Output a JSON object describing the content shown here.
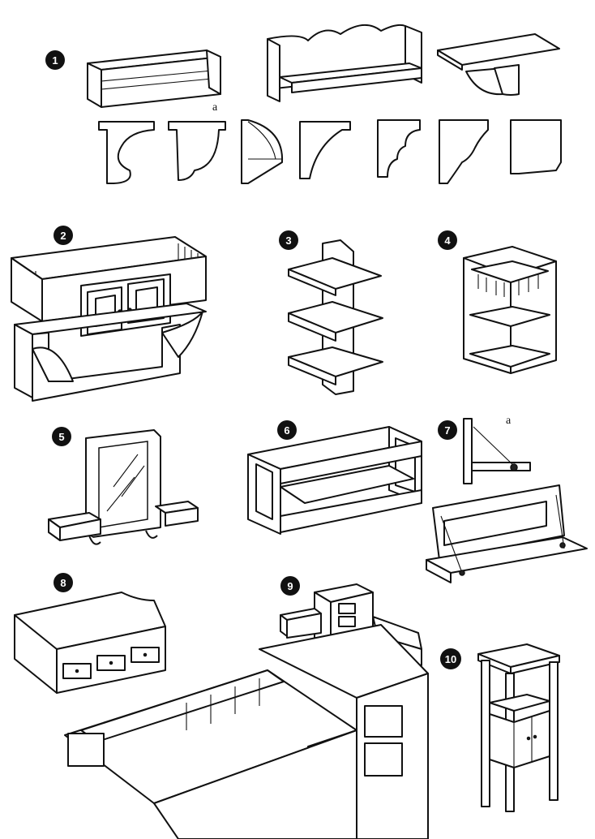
{
  "page": {
    "items": [
      {
        "number": "1",
        "name": "wall-shelves-and-brackets"
      },
      {
        "number": "2",
        "name": "hanging-cabinet"
      },
      {
        "number": "3",
        "name": "staggered-shelves"
      },
      {
        "number": "4",
        "name": "corner-shelf"
      },
      {
        "number": "5",
        "name": "mirror-with-trays"
      },
      {
        "number": "6",
        "name": "open-shelf-box"
      },
      {
        "number": "7",
        "name": "fold-down-shelf"
      },
      {
        "number": "8",
        "name": "drawer-shelf"
      },
      {
        "number": "9",
        "name": "desk-organizer"
      },
      {
        "number": "10",
        "name": "plant-stand"
      }
    ],
    "annotations": {
      "bracket_a": "a",
      "hinge_a": "a"
    }
  }
}
